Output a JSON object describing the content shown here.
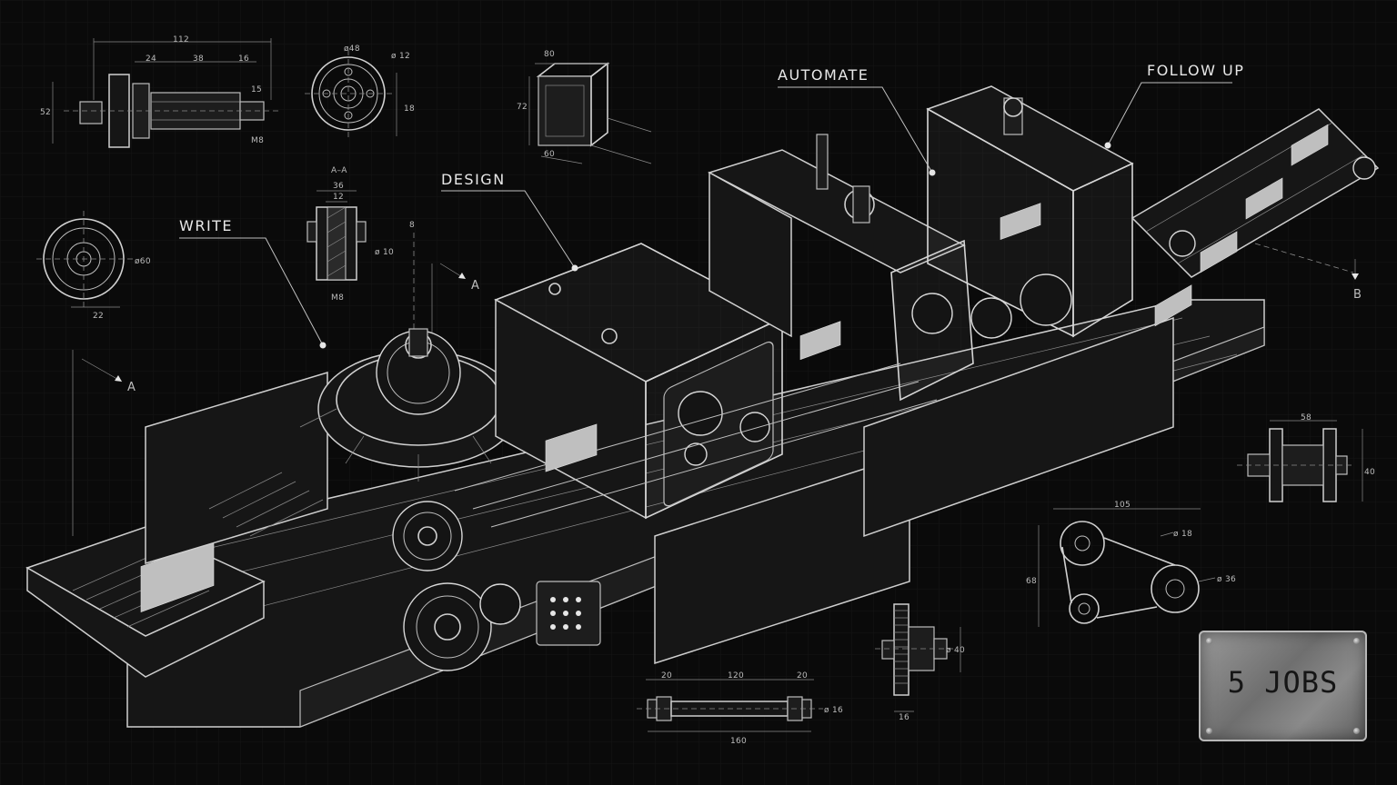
{
  "callouts": {
    "write": "WRITE",
    "design": "DESIGN",
    "automate": "AUTOMATE",
    "follow_up": "FOLLOW UP"
  },
  "plate": {
    "text": "5 JOBS"
  },
  "section_marks": {
    "a_left": "A",
    "a_mid": "A",
    "b_right": "B",
    "section_title": "A–A"
  },
  "dimensions": {
    "shaft_top": {
      "overall": "112",
      "d1": "24",
      "d2": "38",
      "d3": "16",
      "h": "52",
      "dia": "15",
      "thread": "M8"
    },
    "flange": {
      "d": "ø48",
      "hole": "ø 12",
      "w": "18"
    },
    "cube": {
      "w": "80",
      "h": "72",
      "d": "60"
    },
    "disc": {
      "d": "ø60",
      "w": "22"
    },
    "section": {
      "w1": "36",
      "w2": "12",
      "hole": "ø 10",
      "thread": "M8",
      "mark": "8"
    },
    "hub_right": {
      "w": "58",
      "h": "40"
    },
    "belt": {
      "w": "105",
      "h": "68",
      "d1": "ø 18",
      "d2": "ø 36"
    },
    "rod": {
      "l1": "20",
      "l2": "120",
      "l3": "20",
      "overall": "160",
      "dia": "ø 16"
    },
    "gear_bottom": {
      "dia": "ø 40",
      "w": "16"
    }
  },
  "colors": {
    "background": "#0a0a0a",
    "line": "#d0d0d0",
    "plate": "#8a8a8a"
  }
}
